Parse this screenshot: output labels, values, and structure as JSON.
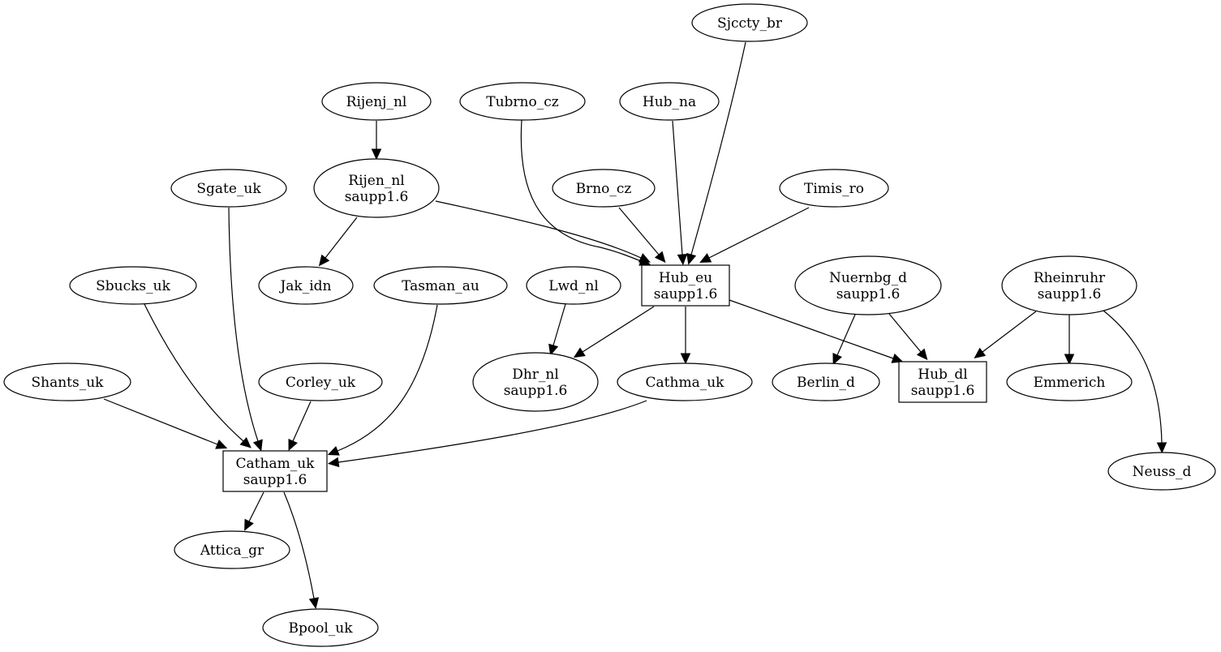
{
  "graph": {
    "nodes": [
      {
        "id": "sjccty_br",
        "lines": [
          "Sjccty_br"
        ],
        "shape": "ellipse"
      },
      {
        "id": "rijenj_nl",
        "lines": [
          "Rijenj_nl"
        ],
        "shape": "ellipse"
      },
      {
        "id": "tubrno_cz",
        "lines": [
          "Tubrno_cz"
        ],
        "shape": "ellipse"
      },
      {
        "id": "hub_na",
        "lines": [
          "Hub_na"
        ],
        "shape": "ellipse"
      },
      {
        "id": "sgate_uk",
        "lines": [
          "Sgate_uk"
        ],
        "shape": "ellipse"
      },
      {
        "id": "rijen_nl",
        "lines": [
          "Rijen_nl",
          "saupp1.6"
        ],
        "shape": "ellipse"
      },
      {
        "id": "brno_cz",
        "lines": [
          "Brno_cz"
        ],
        "shape": "ellipse"
      },
      {
        "id": "timis_ro",
        "lines": [
          "Timis_ro"
        ],
        "shape": "ellipse"
      },
      {
        "id": "sbucks_uk",
        "lines": [
          "Sbucks_uk"
        ],
        "shape": "ellipse"
      },
      {
        "id": "jak_idn",
        "lines": [
          "Jak_idn"
        ],
        "shape": "ellipse"
      },
      {
        "id": "tasman_au",
        "lines": [
          "Tasman_au"
        ],
        "shape": "ellipse"
      },
      {
        "id": "lwd_nl",
        "lines": [
          "Lwd_nl"
        ],
        "shape": "ellipse"
      },
      {
        "id": "hub_eu",
        "lines": [
          "Hub_eu",
          "saupp1.6"
        ],
        "shape": "box"
      },
      {
        "id": "nuernbg_d",
        "lines": [
          "Nuernbg_d",
          "saupp1.6"
        ],
        "shape": "ellipse"
      },
      {
        "id": "rheinruhr",
        "lines": [
          "Rheinruhr",
          "saupp1.6"
        ],
        "shape": "ellipse"
      },
      {
        "id": "shants_uk",
        "lines": [
          "Shants_uk"
        ],
        "shape": "ellipse"
      },
      {
        "id": "corley_uk",
        "lines": [
          "Corley_uk"
        ],
        "shape": "ellipse"
      },
      {
        "id": "dhr_nl",
        "lines": [
          "Dhr_nl",
          "saupp1.6"
        ],
        "shape": "ellipse"
      },
      {
        "id": "cathma_uk",
        "lines": [
          "Cathma_uk"
        ],
        "shape": "ellipse"
      },
      {
        "id": "berlin_d",
        "lines": [
          "Berlin_d"
        ],
        "shape": "ellipse"
      },
      {
        "id": "hub_dl",
        "lines": [
          "Hub_dl",
          "saupp1.6"
        ],
        "shape": "box"
      },
      {
        "id": "emmerich",
        "lines": [
          "Emmerich"
        ],
        "shape": "ellipse"
      },
      {
        "id": "catham_uk",
        "lines": [
          "Catham_uk",
          "saupp1.6"
        ],
        "shape": "box"
      },
      {
        "id": "neuss_d",
        "lines": [
          "Neuss_d"
        ],
        "shape": "ellipse"
      },
      {
        "id": "attica_gr",
        "lines": [
          "Attica_gr"
        ],
        "shape": "ellipse"
      },
      {
        "id": "bpool_uk",
        "lines": [
          "Bpool_uk"
        ],
        "shape": "ellipse"
      }
    ],
    "edges": [
      {
        "from": "rijenj_nl",
        "to": "rijen_nl"
      },
      {
        "from": "sjccty_br",
        "to": "hub_eu"
      },
      {
        "from": "tubrno_cz",
        "to": "hub_eu"
      },
      {
        "from": "hub_na",
        "to": "hub_eu"
      },
      {
        "from": "rijen_nl",
        "to": "hub_eu"
      },
      {
        "from": "brno_cz",
        "to": "hub_eu"
      },
      {
        "from": "timis_ro",
        "to": "hub_eu"
      },
      {
        "from": "rijen_nl",
        "to": "jak_idn"
      },
      {
        "from": "lwd_nl",
        "to": "dhr_nl"
      },
      {
        "from": "hub_eu",
        "to": "dhr_nl"
      },
      {
        "from": "hub_eu",
        "to": "cathma_uk"
      },
      {
        "from": "hub_eu",
        "to": "hub_dl"
      },
      {
        "from": "nuernbg_d",
        "to": "berlin_d"
      },
      {
        "from": "nuernbg_d",
        "to": "hub_dl"
      },
      {
        "from": "rheinruhr",
        "to": "hub_dl"
      },
      {
        "from": "rheinruhr",
        "to": "emmerich"
      },
      {
        "from": "rheinruhr",
        "to": "neuss_d"
      },
      {
        "from": "sgate_uk",
        "to": "catham_uk"
      },
      {
        "from": "sbucks_uk",
        "to": "catham_uk"
      },
      {
        "from": "shants_uk",
        "to": "catham_uk"
      },
      {
        "from": "corley_uk",
        "to": "catham_uk"
      },
      {
        "from": "tasman_au",
        "to": "catham_uk"
      },
      {
        "from": "cathma_uk",
        "to": "catham_uk"
      },
      {
        "from": "catham_uk",
        "to": "attica_gr"
      },
      {
        "from": "catham_uk",
        "to": "bpool_uk"
      }
    ]
  }
}
